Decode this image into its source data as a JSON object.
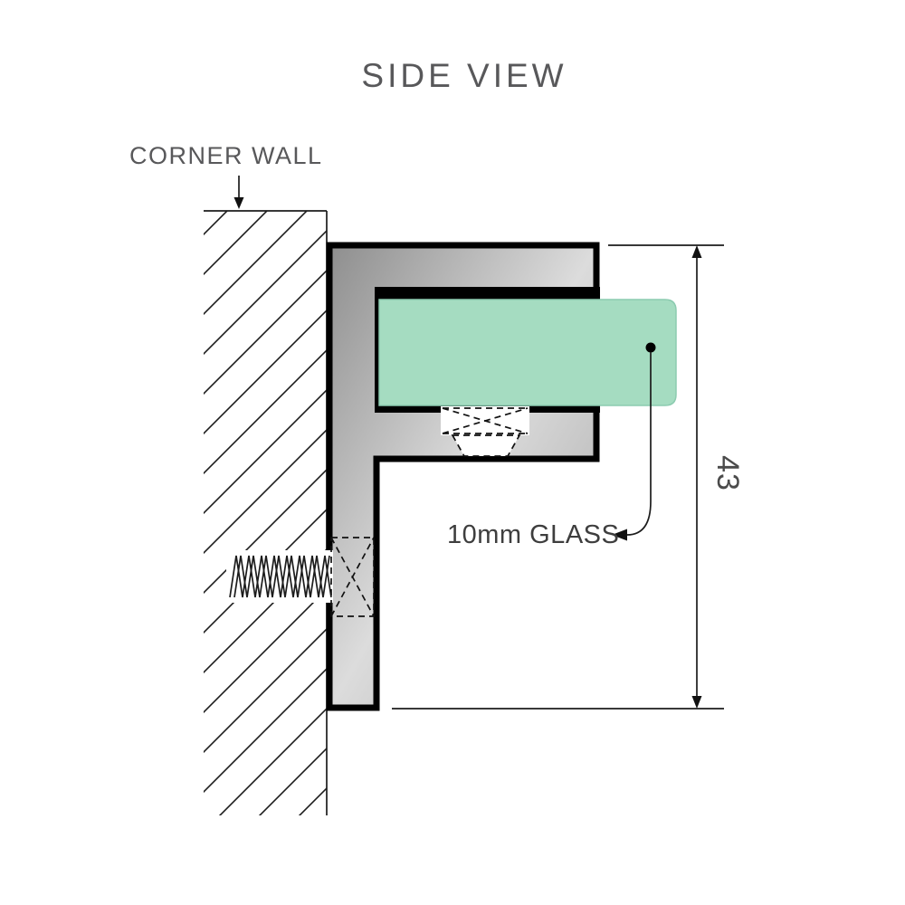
{
  "diagram": {
    "title": "SIDE VIEW",
    "labels": {
      "corner_wall": "CORNER WALL",
      "glass_note": "10mm GLASS",
      "dimension_height": "43"
    },
    "colors": {
      "outline": "#000000",
      "text": "#58585a",
      "annotation_text": "#3e3e3e",
      "dimension_text": "#4b4b4b",
      "glass_fill": "#a5dcc1",
      "glass_edge": "#8ccbb0",
      "metal_dark": "#8e8e8e",
      "metal_light": "#dcdcdc",
      "metal_mid": "#a6a6a6",
      "channel": "#000000"
    }
  }
}
